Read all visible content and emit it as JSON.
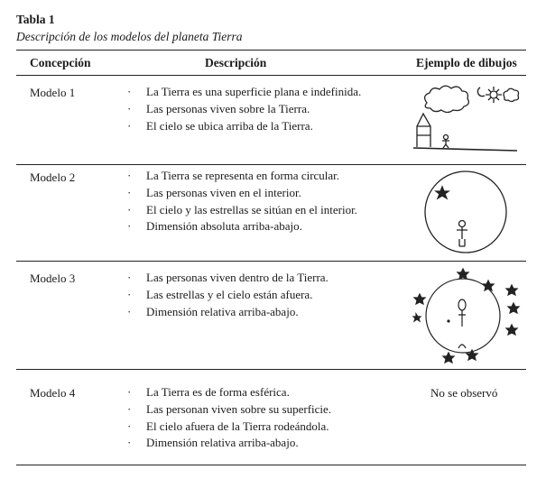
{
  "table": {
    "label": "Tabla 1",
    "caption": "Descripción de los modelos del planeta Tierra",
    "headers": {
      "concepcion": "Concepción",
      "descripcion": "Descripción",
      "ejemplo": "Ejemplo de dibujos"
    },
    "rows": [
      {
        "model": "Modelo 1",
        "items": [
          "La Tierra es una superficie plana e indefinida.",
          "Las personas viven sobre la Tierra.",
          "El cielo se ubica arriba de la Tierra."
        ],
        "example": ""
      },
      {
        "model": "Modelo 2",
        "items": [
          "La Tierra se representa en forma circular.",
          "Las personas viven en el interior.",
          "El cielo y las estrellas se sitúan en el interior.",
          "Dimensión absoluta arriba-abajo."
        ],
        "example": ""
      },
      {
        "model": "Modelo 3",
        "items": [
          "Las personas viven dentro de la Tierra.",
          "Las estrellas y el cielo están afuera.",
          "Dimensión relativa arriba-abajo."
        ],
        "example": ""
      },
      {
        "model": "Modelo 4",
        "items": [
          "La Tierra es de forma esférica.",
          "Las personan viven sobre su superficie.",
          "El cielo afuera de la Tierra rodeándola.",
          "Dimensión relativa arriba-abajo."
        ],
        "example": "No se observó"
      }
    ]
  }
}
